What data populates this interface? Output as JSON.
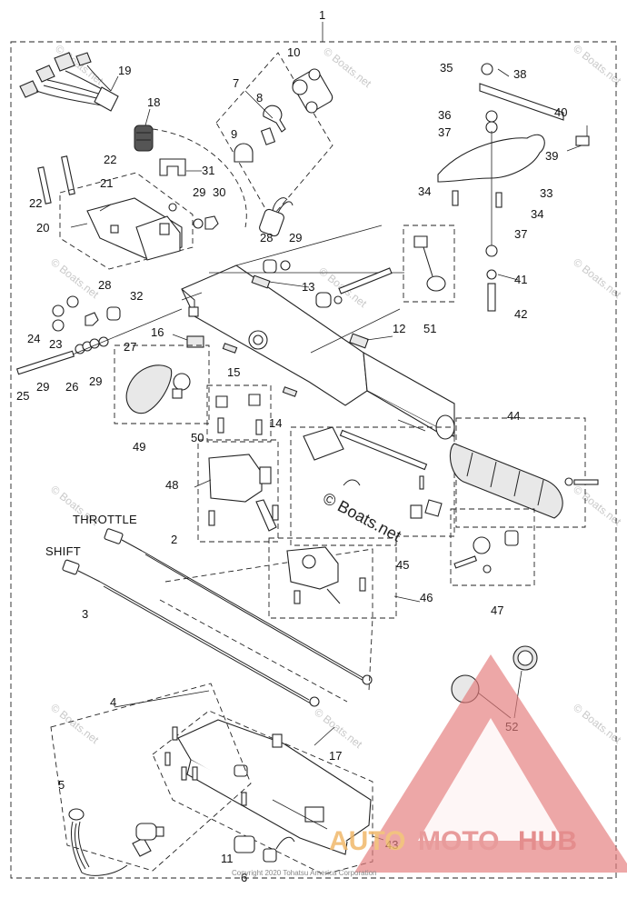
{
  "callouts": [
    {
      "id": "c1",
      "text": "1"
    },
    {
      "id": "c2",
      "text": "2"
    },
    {
      "id": "c3",
      "text": "3"
    },
    {
      "id": "c4",
      "text": "4"
    },
    {
      "id": "c5",
      "text": "5"
    },
    {
      "id": "c6",
      "text": "6"
    },
    {
      "id": "c7",
      "text": "7"
    },
    {
      "id": "c8",
      "text": "8"
    },
    {
      "id": "c9",
      "text": "9"
    },
    {
      "id": "c10",
      "text": "10"
    },
    {
      "id": "c11",
      "text": "11"
    },
    {
      "id": "c12",
      "text": "12"
    },
    {
      "id": "c13",
      "text": "13"
    },
    {
      "id": "c14",
      "text": "14"
    },
    {
      "id": "c15",
      "text": "15"
    },
    {
      "id": "c16",
      "text": "16"
    },
    {
      "id": "c17",
      "text": "17"
    },
    {
      "id": "c18",
      "text": "18"
    },
    {
      "id": "c19",
      "text": "19"
    },
    {
      "id": "c20",
      "text": "20"
    },
    {
      "id": "c21",
      "text": "21"
    },
    {
      "id": "c22a",
      "text": "22"
    },
    {
      "id": "c22b",
      "text": "22"
    },
    {
      "id": "c23",
      "text": "23"
    },
    {
      "id": "c24",
      "text": "24"
    },
    {
      "id": "c25",
      "text": "25"
    },
    {
      "id": "c26",
      "text": "26"
    },
    {
      "id": "c27",
      "text": "27"
    },
    {
      "id": "c28a",
      "text": "28"
    },
    {
      "id": "c28b",
      "text": "28"
    },
    {
      "id": "c29a",
      "text": "29"
    },
    {
      "id": "c29b",
      "text": "29"
    },
    {
      "id": "c29c",
      "text": "29"
    },
    {
      "id": "c29d",
      "text": "29"
    },
    {
      "id": "c30",
      "text": "30"
    },
    {
      "id": "c31",
      "text": "31"
    },
    {
      "id": "c32",
      "text": "32"
    },
    {
      "id": "c33",
      "text": "33"
    },
    {
      "id": "c34a",
      "text": "34"
    },
    {
      "id": "c34b",
      "text": "34"
    },
    {
      "id": "c35",
      "text": "35"
    },
    {
      "id": "c36",
      "text": "36"
    },
    {
      "id": "c37a",
      "text": "37"
    },
    {
      "id": "c37b",
      "text": "37"
    },
    {
      "id": "c38",
      "text": "38"
    },
    {
      "id": "c39",
      "text": "39"
    },
    {
      "id": "c40",
      "text": "40"
    },
    {
      "id": "c41",
      "text": "41"
    },
    {
      "id": "c42",
      "text": "42"
    },
    {
      "id": "c43",
      "text": "43"
    },
    {
      "id": "c44",
      "text": "44"
    },
    {
      "id": "c45",
      "text": "45"
    },
    {
      "id": "c46",
      "text": "46"
    },
    {
      "id": "c47",
      "text": "47"
    },
    {
      "id": "c48",
      "text": "48"
    },
    {
      "id": "c49",
      "text": "49"
    },
    {
      "id": "c50",
      "text": "50"
    },
    {
      "id": "c51",
      "text": "51"
    },
    {
      "id": "c52",
      "text": "52"
    }
  ],
  "labels": {
    "throttle": "THROTTLE",
    "shift": "SHIFT"
  },
  "watermark": "© Boats.net",
  "center_watermark": "© Boats.net",
  "copyright": "Copyright 2020 Tohatsu America Corporation",
  "brand": {
    "auto": "AUTO",
    "moto": "MOTO",
    "hub": "HUB",
    "colors": {
      "auto": "#f0b86a",
      "moto": "#e58a8a",
      "hub": "#e07a7a",
      "triangle": "#e47b7b"
    }
  }
}
